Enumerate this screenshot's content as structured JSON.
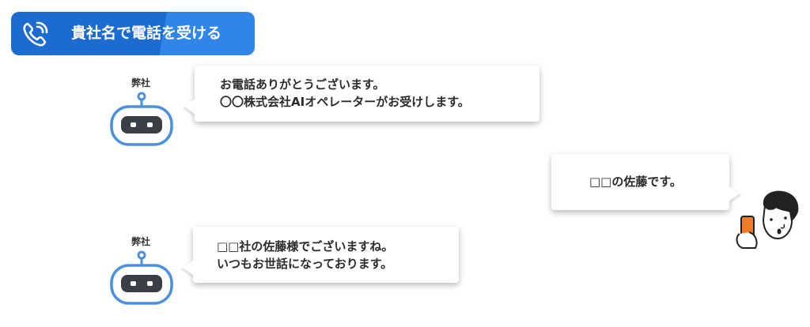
{
  "header": {
    "title": "貴社名で電話を受ける",
    "icon": "phone-ringing-icon",
    "colors": {
      "primary": "#1c6bd0",
      "secondary": "#2f86e8"
    }
  },
  "conversation": [
    {
      "speaker": "弊社",
      "lines": [
        "お電話ありがとうございます。",
        "〇〇株式会社AIオペレーターがお受けします。"
      ]
    },
    {
      "speaker": "user",
      "lines": [
        "□□の佐藤です。"
      ]
    },
    {
      "speaker": "弊社",
      "lines": [
        "□□社の佐藤様でございますね。",
        "いつもお世話になっております。"
      ]
    }
  ],
  "icons": {
    "bot": "robot-icon",
    "user": "user-with-phone-icon"
  },
  "colors": {
    "bot_accent": "#4a90e0",
    "phone_orange": "#f27a28"
  }
}
